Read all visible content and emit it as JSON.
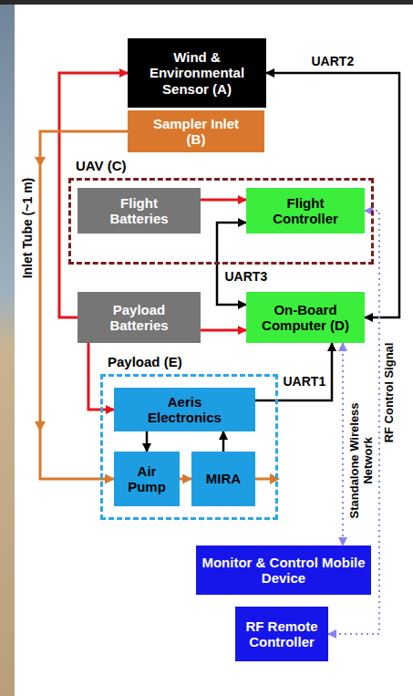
{
  "diagram": {
    "nodes": [
      {
        "text": [
          "Wind & Environmental Sensor (A)"
        ]
      },
      {
        "text": [
          "Sampler Inlet (B)"
        ]
      },
      {
        "text": [
          "UAV (C)"
        ]
      },
      {
        "text": [
          "Flight Batteries"
        ],
        "in": 2
      },
      {
        "text": [
          "Flight Controller"
        ],
        "in": 2
      },
      {
        "text": [
          "Payload Batteries"
        ]
      },
      {
        "text": [
          "On-Board Computer (D)"
        ]
      },
      {
        "text": [
          "Payload (E)"
        ]
      },
      {
        "text": [
          "Aeris Electronics"
        ],
        "in": 7
      },
      {
        "text": [
          "Air Pump"
        ],
        "in": 7
      },
      {
        "text": [
          "MIRA"
        ],
        "in": 7
      },
      {
        "text": [
          "Monitor & Control Mobile Device"
        ]
      },
      {
        "text": [
          "RF Remote Controller"
        ]
      }
    ],
    "edges": [
      {
        "from": 5,
        "to": 0,
        "arrow": "to"
      },
      {
        "from": 3,
        "to": 4,
        "arrow": "to"
      },
      {
        "from": 5,
        "to": 6,
        "arrow": "to"
      },
      {
        "from": 5,
        "to": 8,
        "arrow": "to"
      },
      {
        "from": 0,
        "to": 6,
        "label": "UART2",
        "arrow": "both"
      },
      {
        "from": 4,
        "to": 6,
        "label": "UART3",
        "arrow": "both"
      },
      {
        "from": 8,
        "to": 6,
        "label": "UART1",
        "arrow": "to"
      },
      {
        "from": 1,
        "to": 9,
        "label": "Inlet Tube (~1 m)",
        "arrow": "to"
      },
      {
        "from": 9,
        "to": 10,
        "arrow": "to"
      },
      {
        "from": 8,
        "to": 9,
        "arrow": "to"
      },
      {
        "from": 10,
        "to": 8,
        "arrow": "to"
      },
      {
        "from": 6,
        "to": 11,
        "label": "Standalone Wireless Network",
        "arrow": "both"
      },
      {
        "from": 12,
        "to": 4,
        "label": "RF Control Signal",
        "arrow": "both"
      }
    ]
  }
}
